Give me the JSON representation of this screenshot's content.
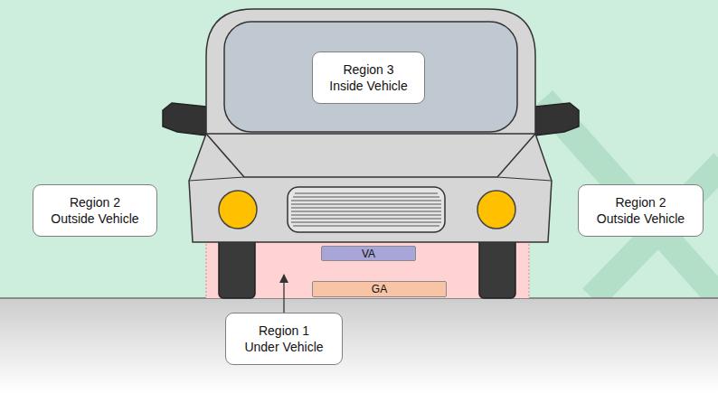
{
  "diagram": {
    "nodes": [
      {
        "text": [
          "Region 3",
          "Inside Vehicle"
        ]
      },
      {
        "text": [
          "Region 2",
          "Outside Vehicle"
        ]
      },
      {
        "text": [
          "Region 2",
          "Outside Vehicle"
        ]
      },
      {
        "text": [
          "VA"
        ]
      },
      {
        "text": [
          "GA"
        ]
      },
      {
        "text": [
          "Region 1",
          "Under Vehicle"
        ]
      }
    ]
  }
}
